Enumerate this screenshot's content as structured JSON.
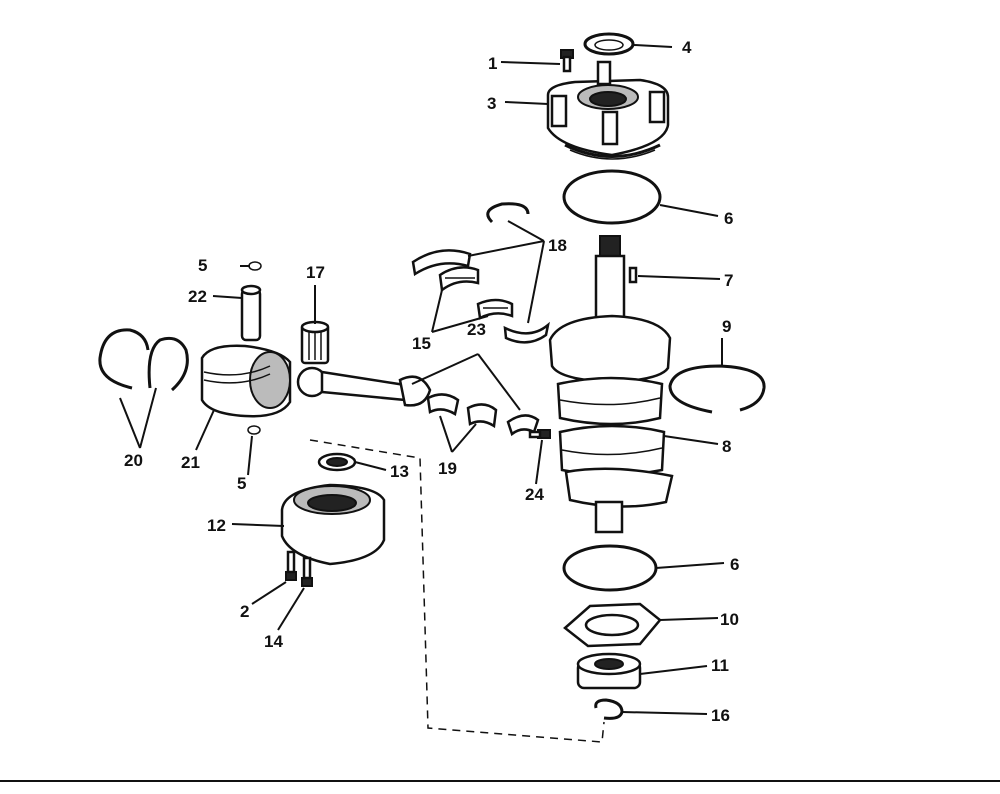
{
  "callouts": {
    "c1": "1",
    "c2": "2",
    "c3": "3",
    "c4": "4",
    "c5a": "5",
    "c5b": "5",
    "c6a": "6",
    "c6b": "6",
    "c7": "7",
    "c8": "8",
    "c9": "9",
    "c10": "10",
    "c11": "11",
    "c12": "12",
    "c13": "13",
    "c14": "14",
    "c15": "15",
    "c16": "16",
    "c17": "17",
    "c18": "18",
    "c19": "19",
    "c20": "20",
    "c21": "21",
    "c22": "22",
    "c23": "23",
    "c24": "24"
  }
}
